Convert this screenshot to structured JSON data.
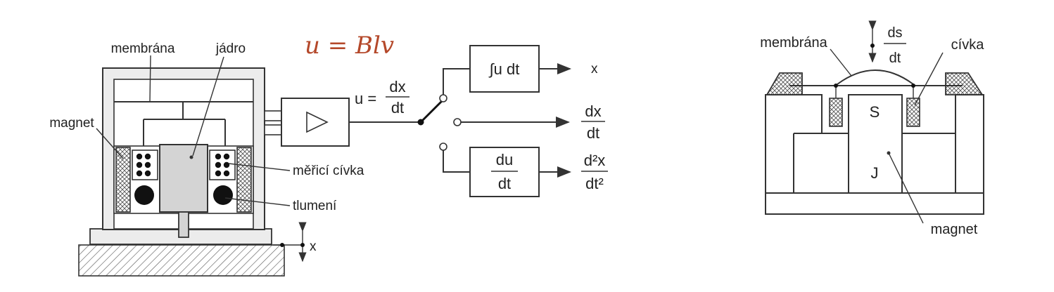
{
  "left_diagram": {
    "formula": "u = Blv",
    "labels": {
      "membrana": "membrána",
      "jadro": "jádro",
      "magnet": "magnet",
      "merici_civka": "měřicí cívka",
      "tlumeni": "tlumení",
      "x_axis": "x"
    },
    "equation": {
      "lhs": "u =",
      "num": "dx",
      "den": "dt"
    },
    "blocks": {
      "integrator": "∫u dt",
      "differentiator_num": "du",
      "differentiator_den": "dt"
    },
    "outputs": {
      "out1": "x",
      "out2_num": "dx",
      "out2_den": "dt",
      "out3_num": "d²x",
      "out3_den": "dt²"
    }
  },
  "right_diagram": {
    "labels": {
      "membrana": "membrána",
      "civka": "cívka",
      "ds_num": "ds",
      "ds_den": "dt",
      "S": "S",
      "J": "J",
      "magnet": "magnet"
    }
  }
}
